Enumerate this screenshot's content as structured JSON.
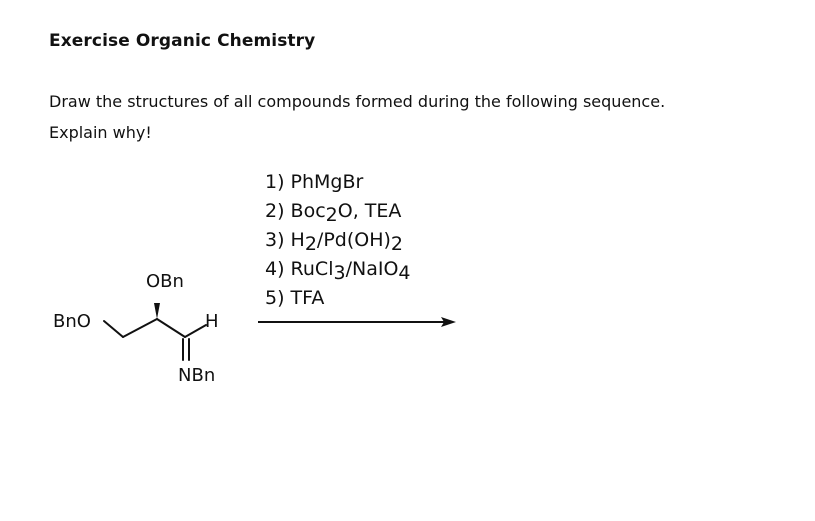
{
  "title": "Exercise Organic Chemistry",
  "instructions": [
    "Draw the structures of all compounds formed during the following sequence.",
    "Explain why!"
  ],
  "molecule": {
    "left_group": "BnO",
    "top_group": "OBn",
    "aldehyde_h": "H",
    "imine_group": "NBn"
  },
  "conditions": [
    {
      "prefix": "1) PhMgBr",
      "sub": "",
      "suffix": "",
      "sub2": "",
      "suffix2": ""
    },
    {
      "prefix": "2) Boc",
      "sub": "2",
      "suffix": "O, TEA",
      "sub2": "",
      "suffix2": ""
    },
    {
      "prefix": "3) H",
      "sub": "2",
      "suffix": "/Pd(OH)",
      "sub2": "2",
      "suffix2": ""
    },
    {
      "prefix": "4) RuCl",
      "sub": "3",
      "suffix": "/NaIO",
      "sub2": "4",
      "suffix2": ""
    },
    {
      "prefix": "5) TFA",
      "sub": "",
      "suffix": "",
      "sub2": "",
      "suffix2": ""
    }
  ]
}
